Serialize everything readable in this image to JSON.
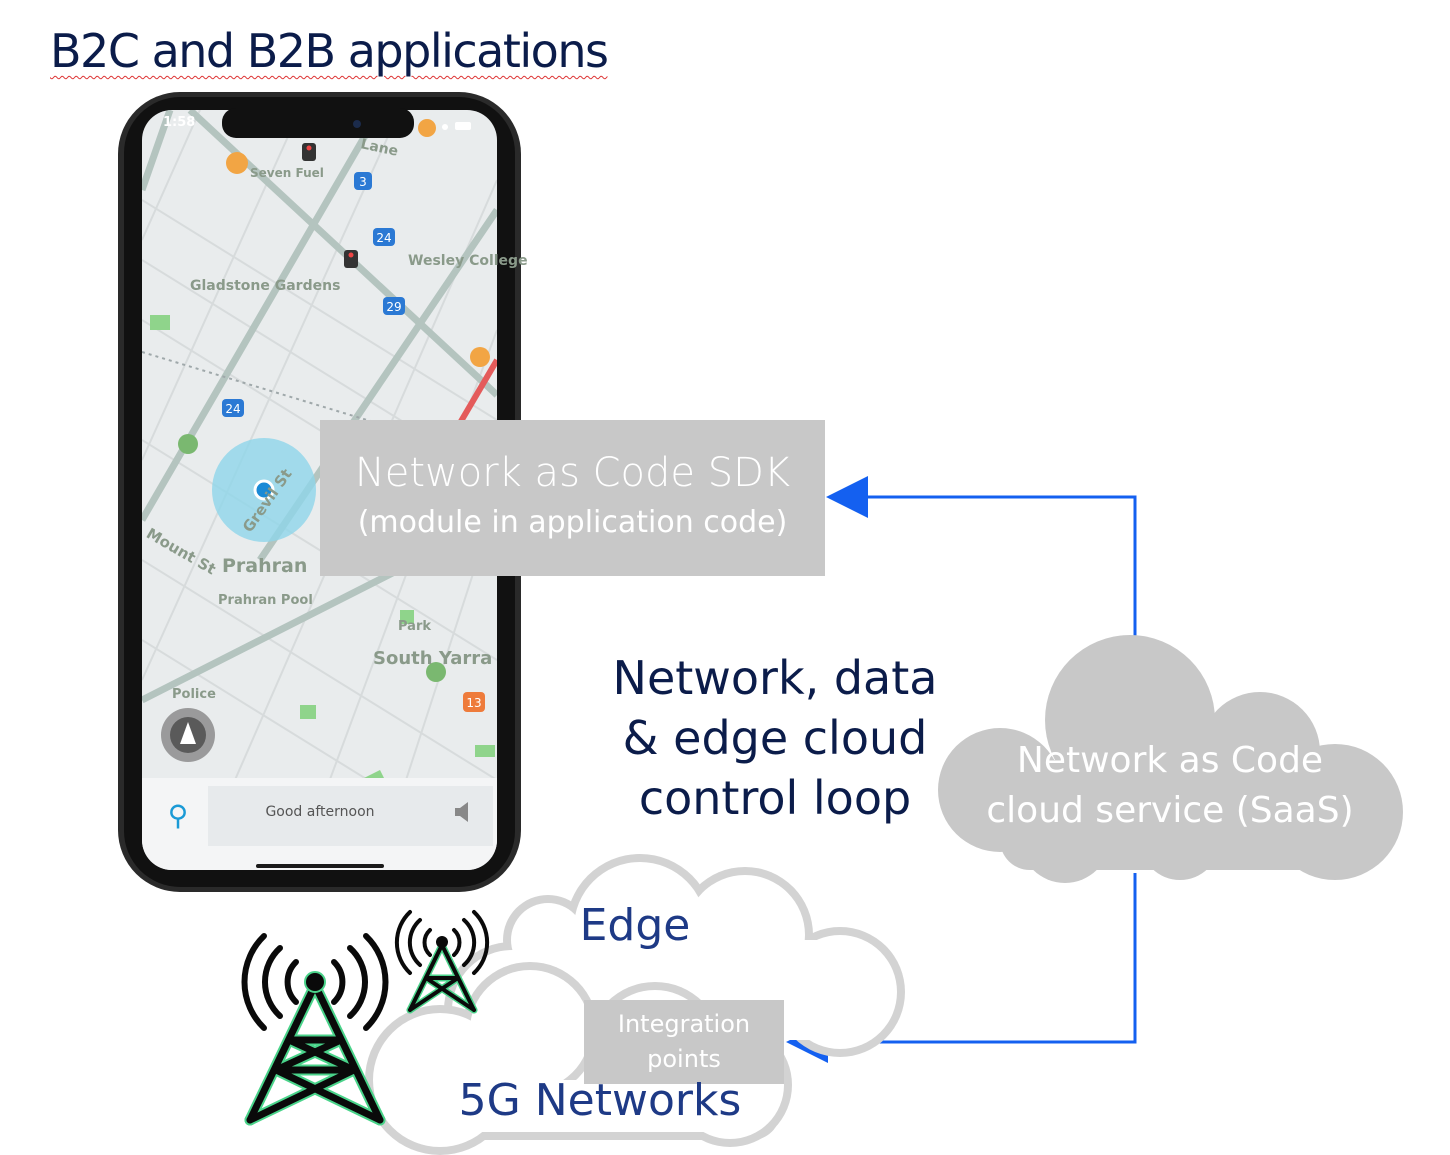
{
  "title": "B2C and B2B applications",
  "phone": {
    "clock": "1:58",
    "greeting": "Good afternoon",
    "search_icon": "search-icon",
    "map_labels": {
      "gladstone": "Gladstone Gardens",
      "wesley": "Wesley College",
      "prahran": "Prahran",
      "prahran_pool": "Prahran Pool",
      "south_yarra": "South Yarra",
      "park": "Park",
      "police": "Police",
      "greville": "Grevil St",
      "mount": "Mount St",
      "lane": "Lane",
      "seven": "Seven Fuel"
    },
    "road_badges": [
      "3",
      "24",
      "29",
      "24",
      "13"
    ]
  },
  "sdk_box": {
    "line1": "Network as Code SDK",
    "line2": "(module in application code)"
  },
  "control_loop": {
    "line1": "Network, data",
    "line2": "& edge cloud",
    "line3": "control loop"
  },
  "saas_cloud": {
    "line1": "Network as Code",
    "line2": "cloud service (SaaS)"
  },
  "edge_cloud": {
    "label": "Edge"
  },
  "integration": {
    "line1": "Integration",
    "line2": "points"
  },
  "networks_cloud": {
    "label": "5G Networks"
  },
  "colors": {
    "arrow": "#1460f0",
    "title_text": "#0b1c4a",
    "label_blue": "#1e3a86",
    "grey_box": "#c8c8c8",
    "tower": "#0a0a0a",
    "tower_glow": "#4ad38a"
  }
}
